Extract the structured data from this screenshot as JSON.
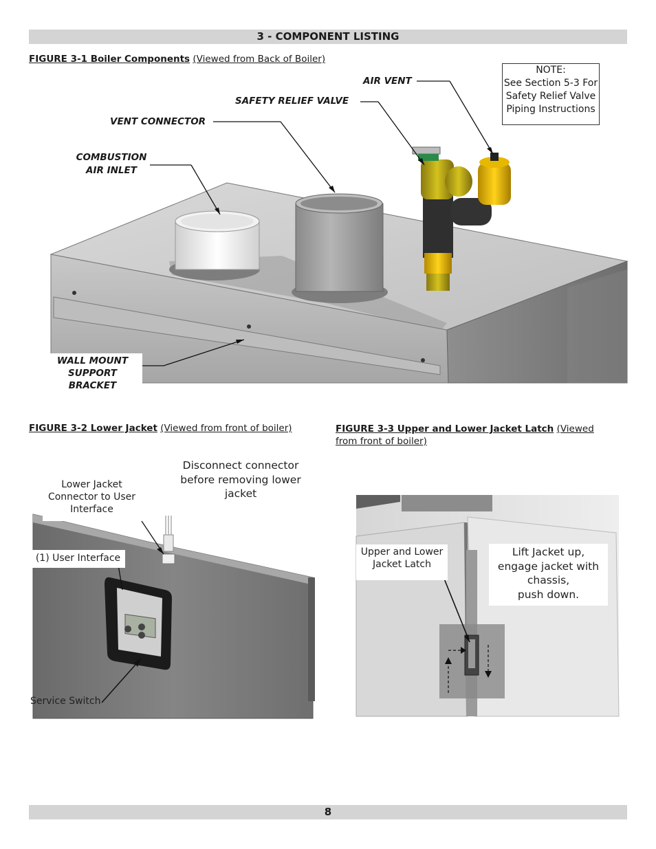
{
  "header": {
    "section_title": "3 - COMPONENT LISTING"
  },
  "figure1": {
    "title_bold": "FIGURE 3-1  Boiler Components",
    "title_sub": "(Viewed from Back of Boiler)",
    "note": [
      "NOTE:",
      "See Section 5-3 For",
      "Safety Relief Valve",
      "Piping Instructions"
    ],
    "callouts": {
      "air_vent": "AIR VENT",
      "safety_relief_valve": "SAFETY RELIEF VALVE",
      "vent_connector": "VENT CONNECTOR",
      "combustion_air_inlet_1": "COMBUSTION",
      "combustion_air_inlet_2": "AIR INLET",
      "wall_mount_1": "WALL MOUNT",
      "wall_mount_2": "SUPPORT",
      "wall_mount_3": "BRACKET"
    }
  },
  "figure2": {
    "title_bold": "FIGURE 3-2  Lower Jacket",
    "title_sub": "(Viewed from front of boiler)",
    "disconnect_note": [
      "Disconnect connector",
      "before removing lower",
      "jacket"
    ],
    "connector_label": [
      "Lower Jacket",
      "Connector to User",
      "Interface"
    ],
    "user_interface_label": "(1) User Interface",
    "service_switch_label": "Service Switch"
  },
  "figure3": {
    "title_bold": "FIGURE 3-3  Upper and Lower Jacket Latch",
    "title_sub_1": "(Viewed",
    "title_sub_2": "from front of boiler)",
    "latch_label": [
      "Upper and Lower",
      "Jacket Latch"
    ],
    "lift_label": [
      "Lift Jacket up,",
      "engage jacket with",
      "chassis,",
      "push down."
    ]
  },
  "footer": {
    "page_number": "8"
  }
}
